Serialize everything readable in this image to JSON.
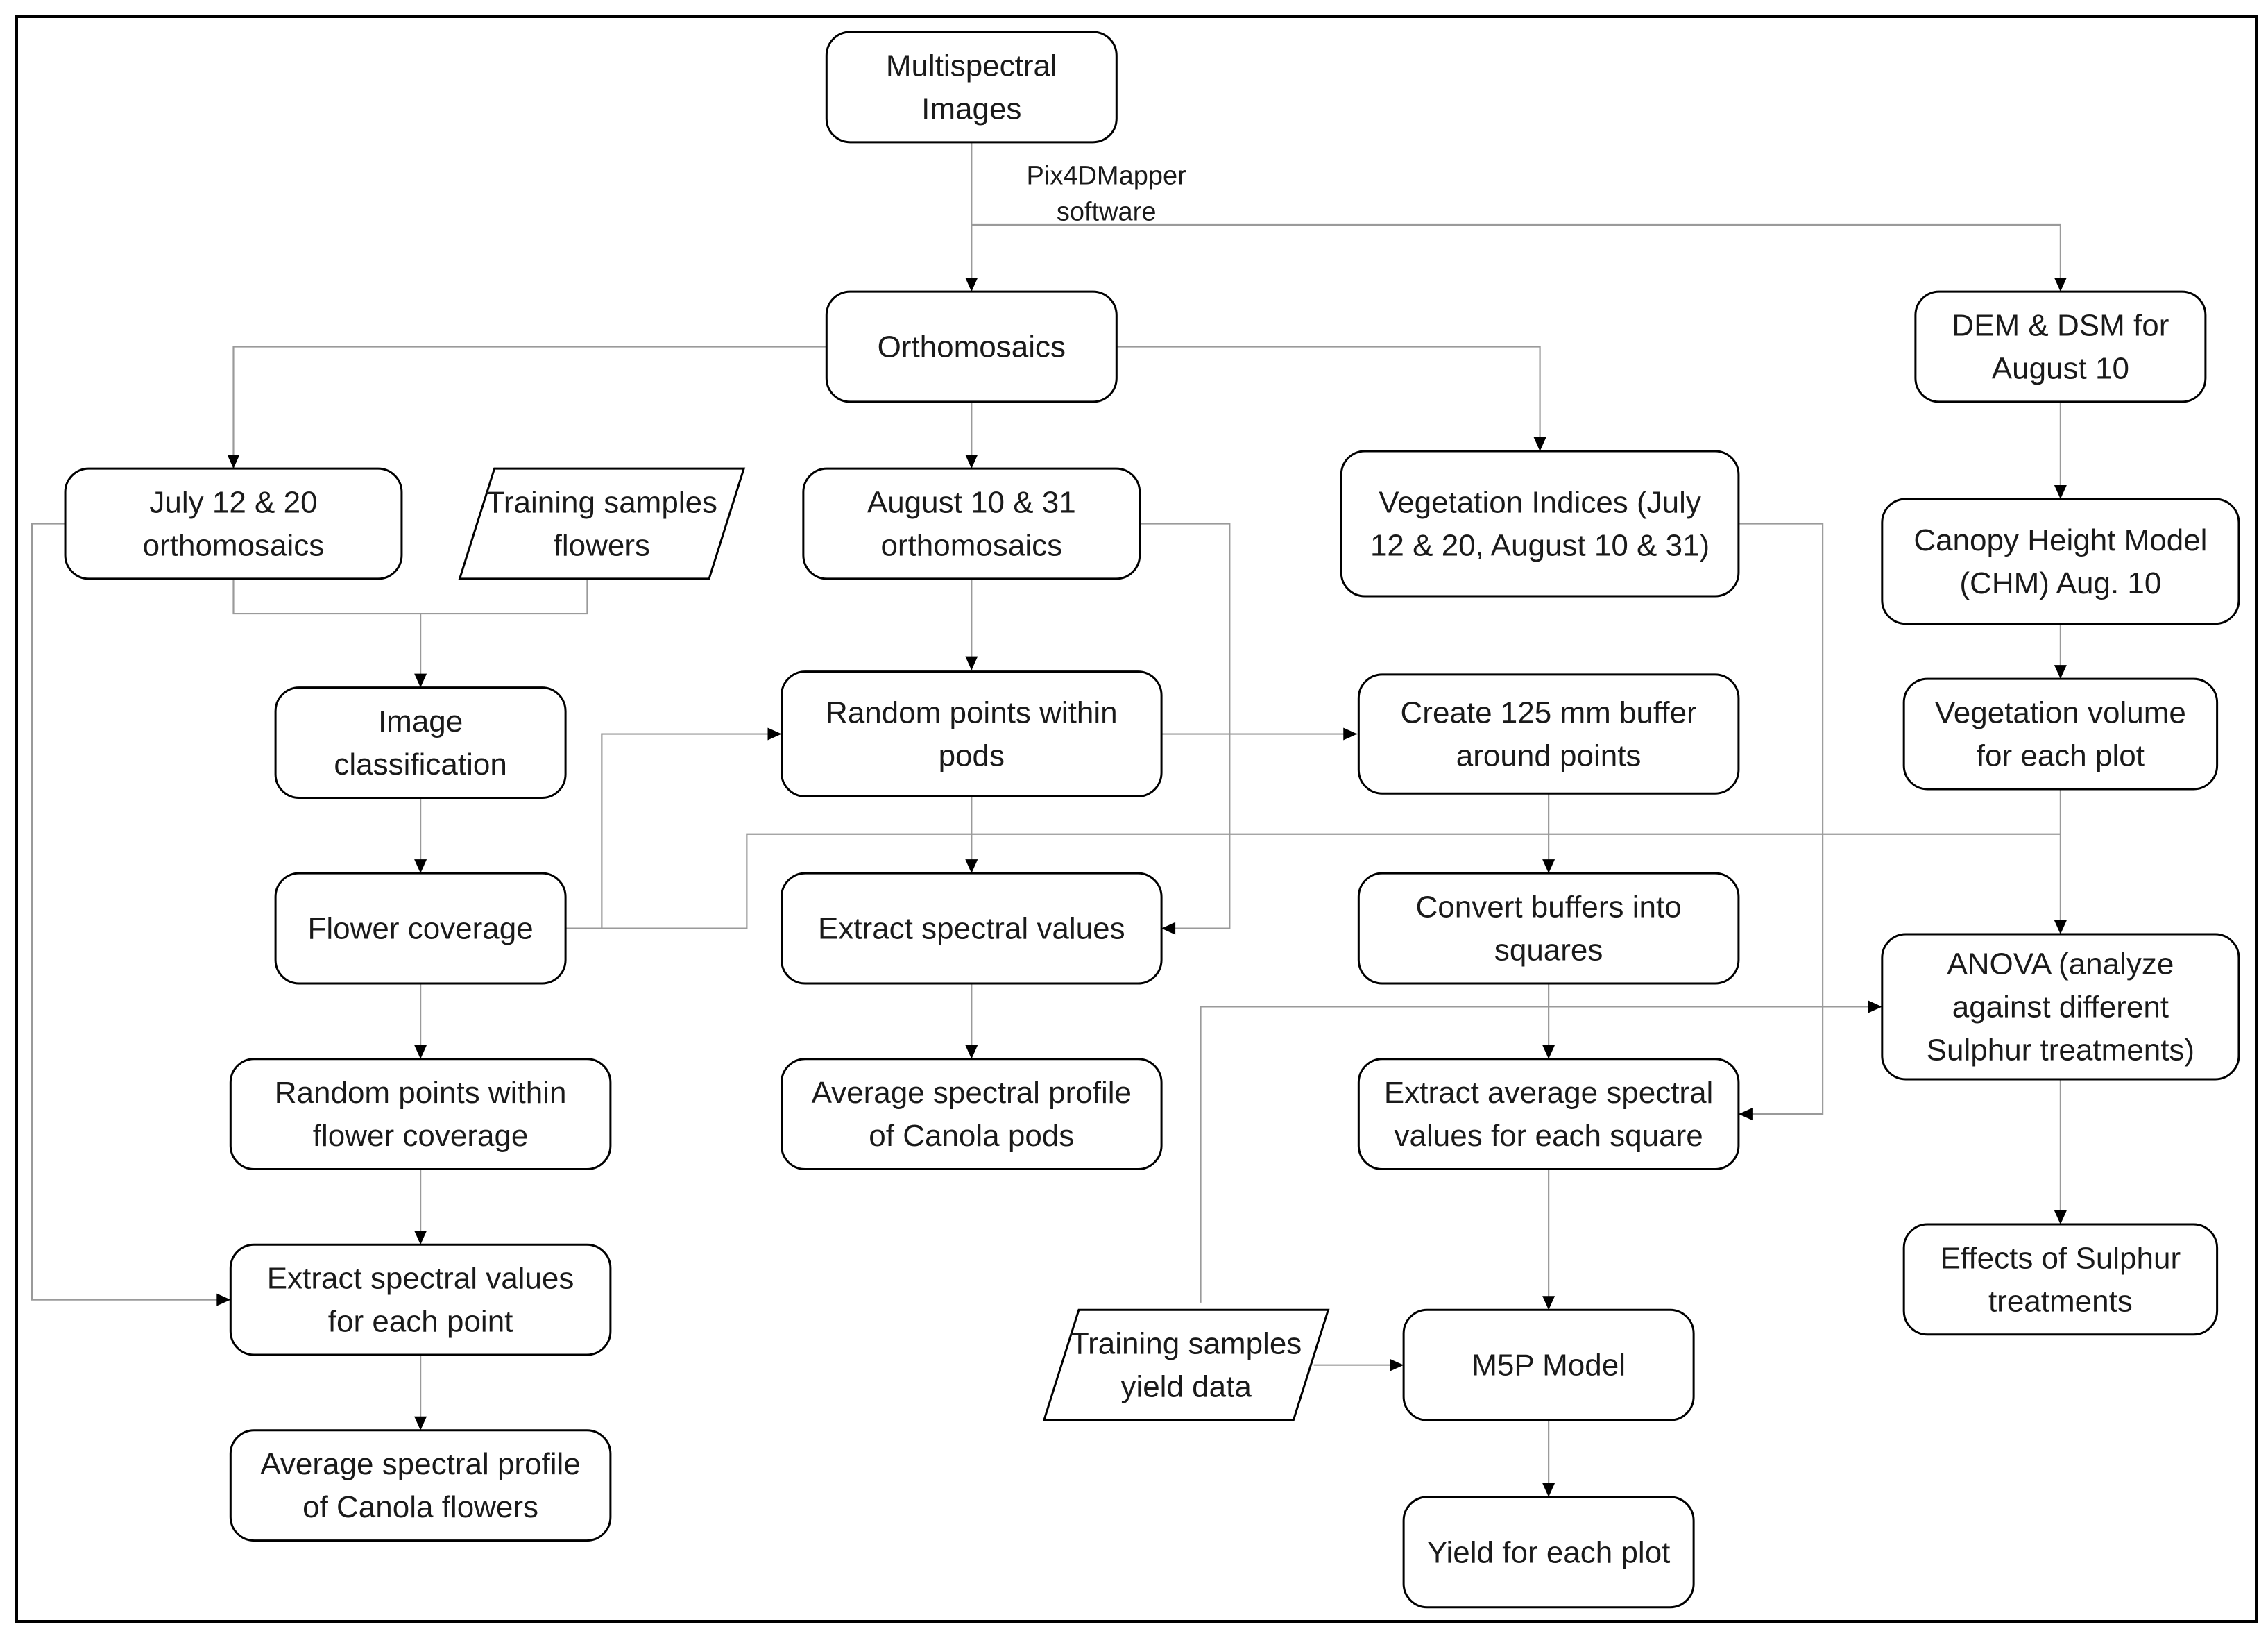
{
  "nodes": {
    "multispectral": [
      "Multispectral",
      "Images"
    ],
    "orthomosaics": [
      "Orthomosaics"
    ],
    "dem": [
      "DEM & DSM for",
      "August 10"
    ],
    "july": [
      "July 12 & 20",
      "orthomosaics"
    ],
    "training_flowers": [
      "Training samples",
      "flowers"
    ],
    "august": [
      "August 10 & 31",
      "orthomosaics"
    ],
    "veg_indices": [
      "Vegetation Indices (July",
      "12 & 20, August 10 & 31)"
    ],
    "chm": [
      "Canopy Height Model",
      "(CHM) Aug. 10"
    ],
    "image_class": [
      "Image",
      "classification"
    ],
    "random_pods": [
      "Random points within",
      "pods"
    ],
    "buffer": [
      "Create 125 mm buffer",
      "around points"
    ],
    "veg_volume": [
      "Vegetation volume",
      "for each plot"
    ],
    "flower_cov": [
      "Flower coverage"
    ],
    "extract_spec": [
      "Extract spectral values"
    ],
    "convert": [
      "Convert buffers into",
      "squares"
    ],
    "anova": [
      "ANOVA (analyze",
      "against different",
      "Sulphur treatments)"
    ],
    "random_flower": [
      "Random points within",
      "flower coverage"
    ],
    "avg_pods": [
      "Average spectral profile",
      "of Canola pods"
    ],
    "extract_avg": [
      "Extract average spectral",
      "values for each square"
    ],
    "extract_point": [
      "Extract spectral values",
      "for each point"
    ],
    "effects": [
      "Effects of Sulphur",
      "treatments"
    ],
    "training_yield": [
      "Training samples",
      "yield data"
    ],
    "m5p": [
      "M5P Model"
    ],
    "avg_flowers": [
      "Average spectral profile",
      "of Canola flowers"
    ],
    "yield": [
      "Yield for each plot"
    ]
  },
  "edge_label": [
    "Pix4DMapper",
    "software"
  ]
}
